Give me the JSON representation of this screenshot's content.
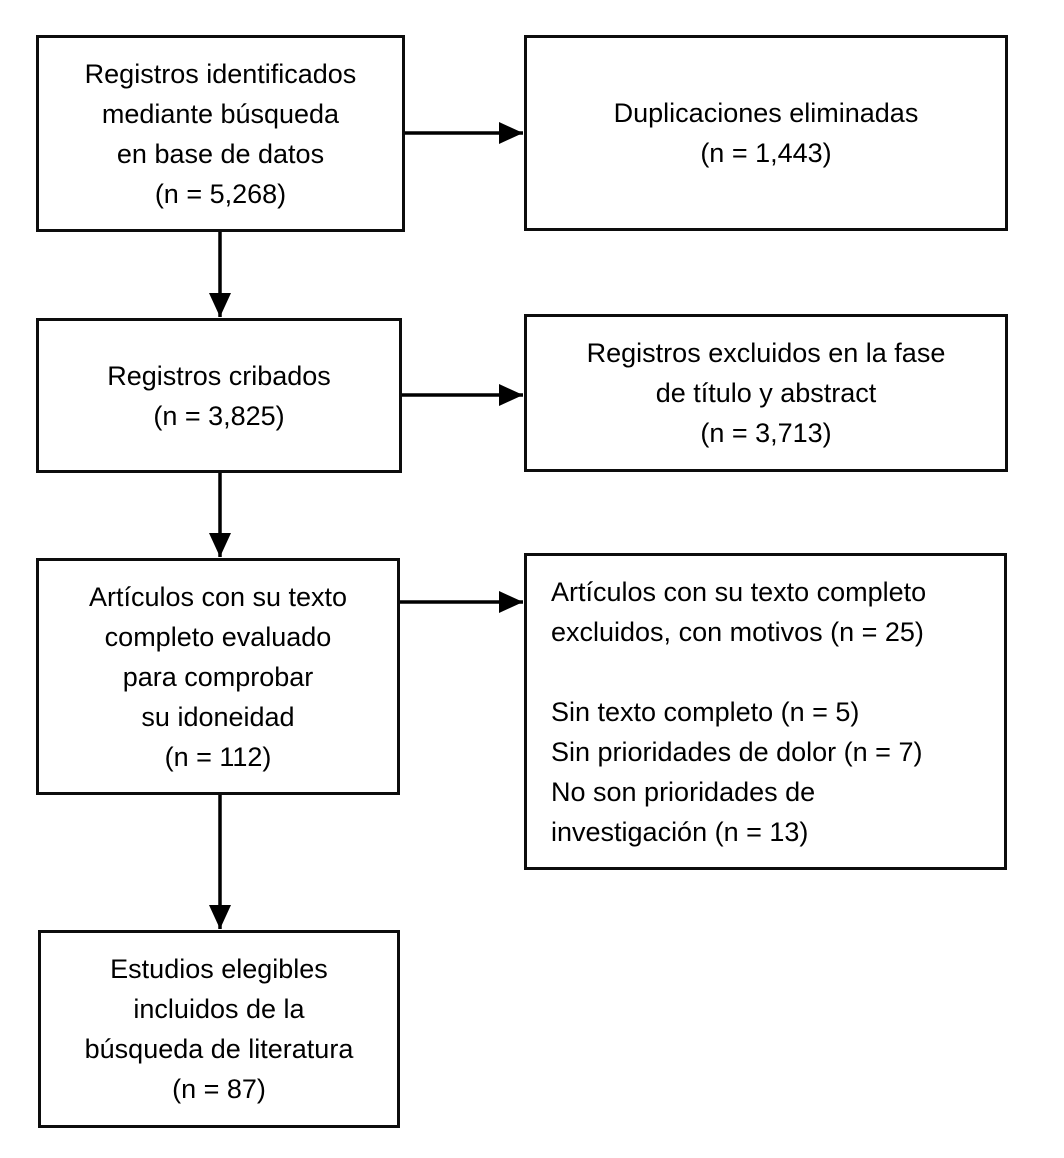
{
  "flowchart": {
    "boxes": [
      {
        "id": "identified",
        "text": "Registros identificados\nmediante búsqueda\nen base de datos\n(n = 5,268)"
      },
      {
        "id": "duplicates-removed",
        "text": "Duplicaciones eliminadas\n(n = 1,443)"
      },
      {
        "id": "screened",
        "text": "Registros cribados\n(n = 3,825)"
      },
      {
        "id": "excluded-title-abstract",
        "text": "Registros excluidos en la fase\nde título y abstract\n(n = 3,713)"
      },
      {
        "id": "fulltext-assessed",
        "text": "Artículos con su texto\ncompleto evaluado\npara comprobar\nsu idoneidad\n(n = 112)"
      },
      {
        "id": "fulltext-excluded",
        "text": "Artículos con su texto completo\nexcluidos, con motivos (n = 25)\n\nSin texto completo (n = 5)\nSin prioridades de dolor (n = 7)\nNo son prioridades de\ninvestigación (n = 13)"
      },
      {
        "id": "included",
        "text": "Estudios elegibles\nincluidos de la\nbúsqueda de literatura\n(n = 87)"
      }
    ],
    "arrows": [
      {
        "from": "identified",
        "to": "duplicates-removed",
        "direction": "right"
      },
      {
        "from": "identified",
        "to": "screened",
        "direction": "down"
      },
      {
        "from": "screened",
        "to": "excluded-title-abstract",
        "direction": "right"
      },
      {
        "from": "screened",
        "to": "fulltext-assessed",
        "direction": "down"
      },
      {
        "from": "fulltext-assessed",
        "to": "fulltext-excluded",
        "direction": "right"
      },
      {
        "from": "fulltext-assessed",
        "to": "included",
        "direction": "down"
      }
    ],
    "colors": {
      "background": "#ffffff",
      "box_fill": "#ffffff",
      "box_border": "#0d0d0d",
      "text": "#000000",
      "arrow": "#000000"
    }
  }
}
